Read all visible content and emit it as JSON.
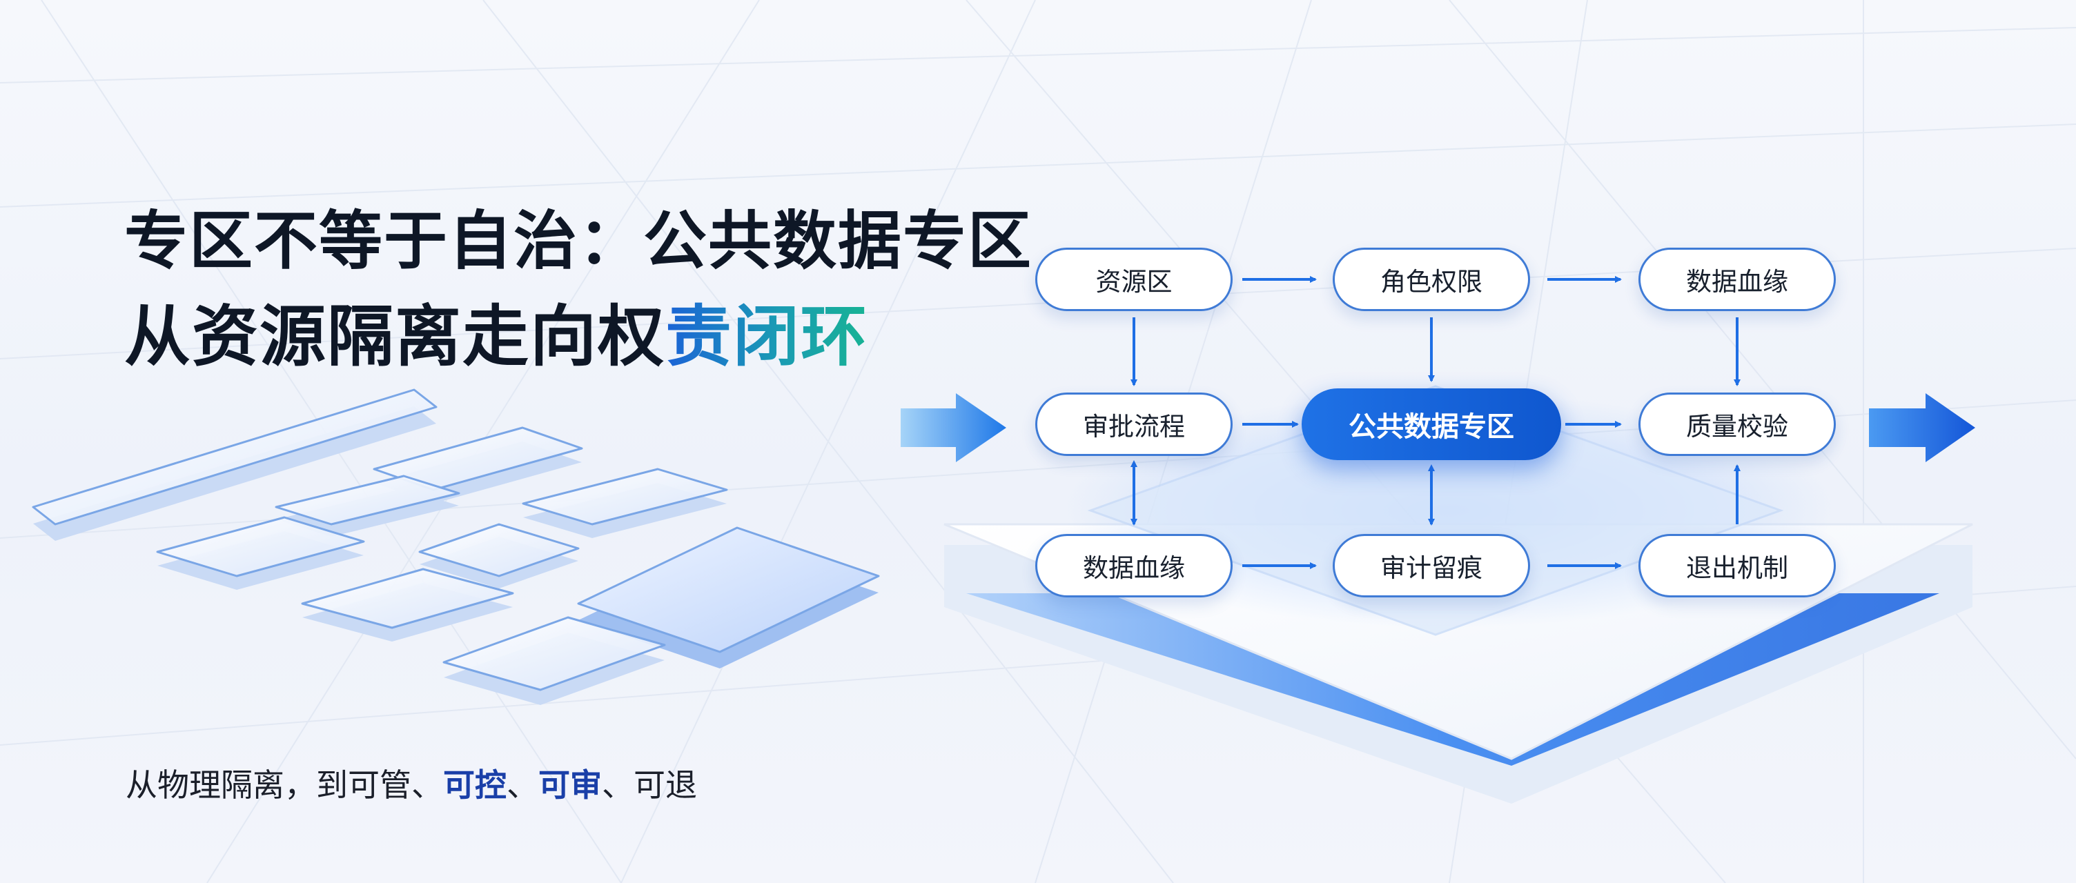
{
  "title": {
    "line1": "专区不等于自治：公共数据专区",
    "line2_a": "从资源隔离走向权",
    "line2_b": "责闭环"
  },
  "subtitle": {
    "p1": "从物理隔离，到可管、",
    "p2": "可控",
    "p3": "、",
    "p4": "可审",
    "p5": "、可退"
  },
  "flow": {
    "nodes": {
      "resource_zone": "资源区",
      "role_permission": "角色权限",
      "data_lineage_top": "数据血缘",
      "approval_process": "审批流程",
      "public_data_zone": "公共数据专区",
      "quality_check": "质量校验",
      "data_lineage_bottom": "数据血缘",
      "audit_trail": "审计留痕",
      "exit_mechanism": "退出机制"
    }
  },
  "colors": {
    "accent_blue": "#1f6fe5",
    "node_border": "#3f7bd6",
    "highlight_text": "#1a3fa8",
    "gradient_teal": "#18b394"
  }
}
